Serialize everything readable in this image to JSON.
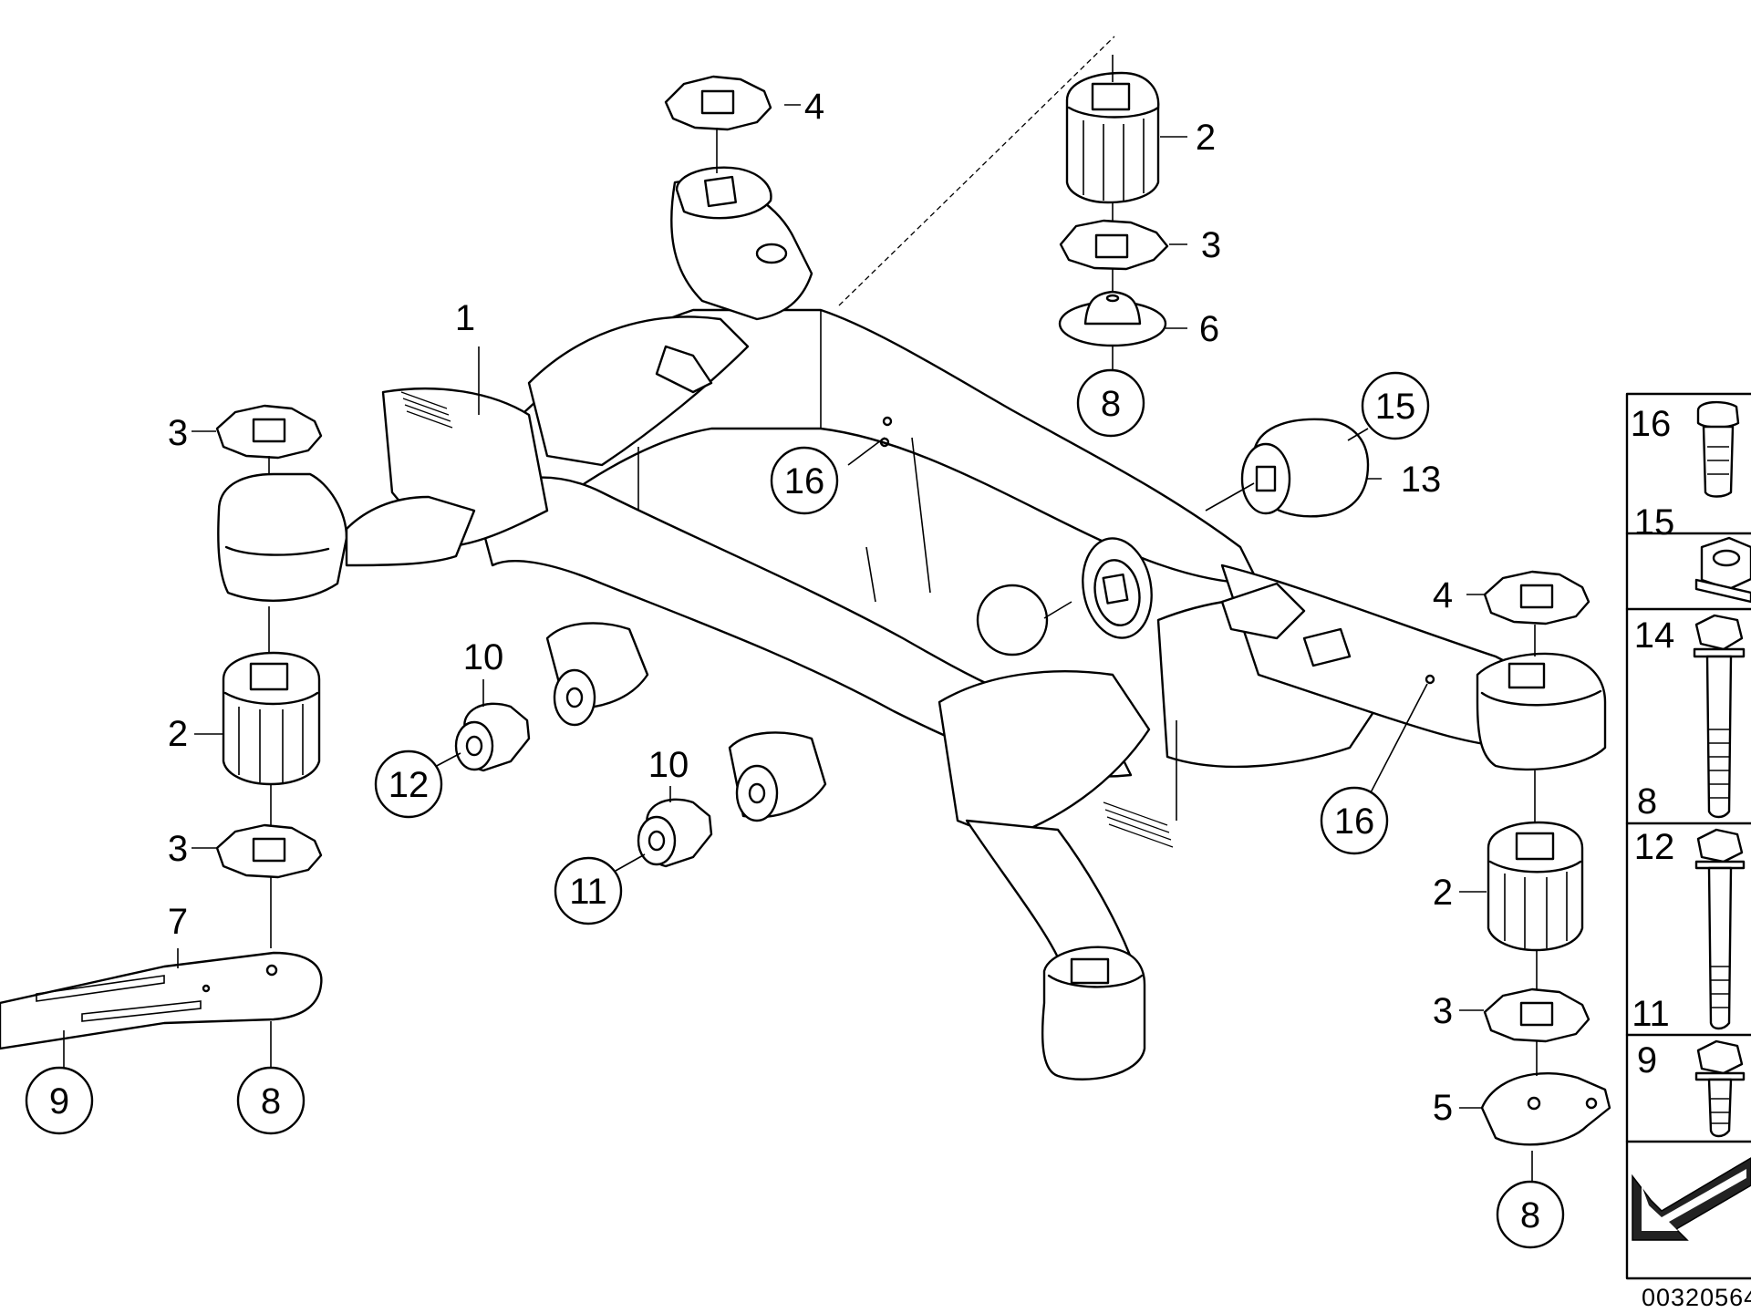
{
  "diagram": {
    "document_number": "00320564",
    "callouts": [
      {
        "key": "c1",
        "label": "1"
      },
      {
        "key": "c2a",
        "label": "2"
      },
      {
        "key": "c3a",
        "label": "3"
      },
      {
        "key": "c4a",
        "label": "4"
      },
      {
        "key": "c6",
        "label": "6"
      },
      {
        "key": "c8a",
        "label": "8"
      },
      {
        "key": "c15",
        "label": "15"
      },
      {
        "key": "c13",
        "label": "13"
      },
      {
        "key": "c16a",
        "label": "16"
      },
      {
        "key": "c3b",
        "label": "3"
      },
      {
        "key": "c2b",
        "label": "2"
      },
      {
        "key": "c3c",
        "label": "3"
      },
      {
        "key": "c7",
        "label": "7"
      },
      {
        "key": "c9",
        "label": "9"
      },
      {
        "key": "c8b",
        "label": "8"
      },
      {
        "key": "c10a",
        "label": "10"
      },
      {
        "key": "c12",
        "label": "12"
      },
      {
        "key": "c10b",
        "label": "10"
      },
      {
        "key": "c11",
        "label": "11"
      },
      {
        "key": "c4b",
        "label": "4"
      },
      {
        "key": "c16b",
        "label": "16"
      },
      {
        "key": "c2c",
        "label": "2"
      },
      {
        "key": "c3d",
        "label": "3"
      },
      {
        "key": "c5",
        "label": "5"
      },
      {
        "key": "c8c",
        "label": "8"
      }
    ],
    "hardware_legend": [
      {
        "key": "h16",
        "label": "16"
      },
      {
        "key": "h15",
        "label": "15"
      },
      {
        "key": "h14",
        "label": "14"
      },
      {
        "key": "h14sub",
        "label": "8"
      },
      {
        "key": "h12",
        "label": "12"
      },
      {
        "key": "h12sub",
        "label": "11"
      },
      {
        "key": "h9",
        "label": "9"
      }
    ]
  }
}
